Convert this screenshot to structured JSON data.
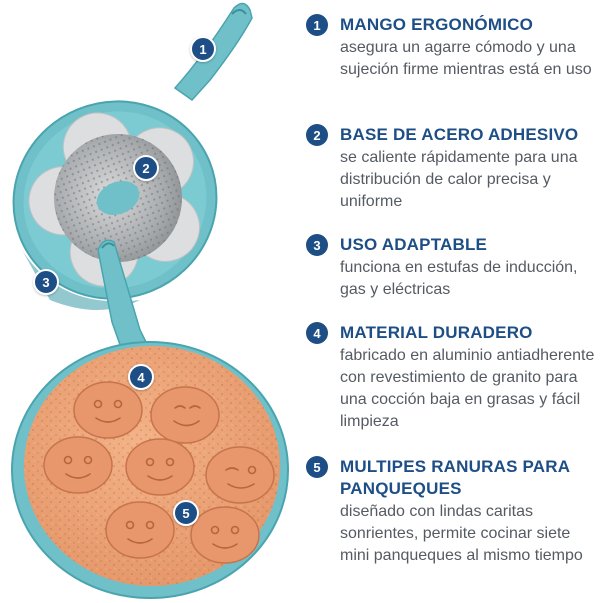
{
  "callouts": [
    "1",
    "2",
    "3",
    "4",
    "5"
  ],
  "colors": {
    "accent": "#1e4e86",
    "pan_body": "#7ccbd2",
    "cooking_surface": "#efa57a",
    "steel_base": "#b9bcbf"
  },
  "features": [
    {
      "number": "1",
      "title": "MANGO ERGONÓMICO",
      "description": "asegura un agarre cómodo y una sujeción firme mientras está en uso"
    },
    {
      "number": "2",
      "title": "BASE DE ACERO ADHESIVO",
      "description": "se caliente rápidamente para una distribución de calor precisa y uniforme"
    },
    {
      "number": "3",
      "title": "USO ADAPTABLE",
      "description": "funciona en estufas de inducción, gas y eléctricas"
    },
    {
      "number": "4",
      "title": "MATERIAL DURADERO",
      "description": "fabricado en aluminio antiadherente con revestimiento de granito para una cocción baja en grasas y fácil limpieza"
    },
    {
      "number": "5",
      "title": "MULTIPES RANURAS PARA PANQUEQUES",
      "description": "diseñado con lindas caritas sonrientes, permite cocinar siete mini panqueques al mismo tiempo"
    }
  ]
}
